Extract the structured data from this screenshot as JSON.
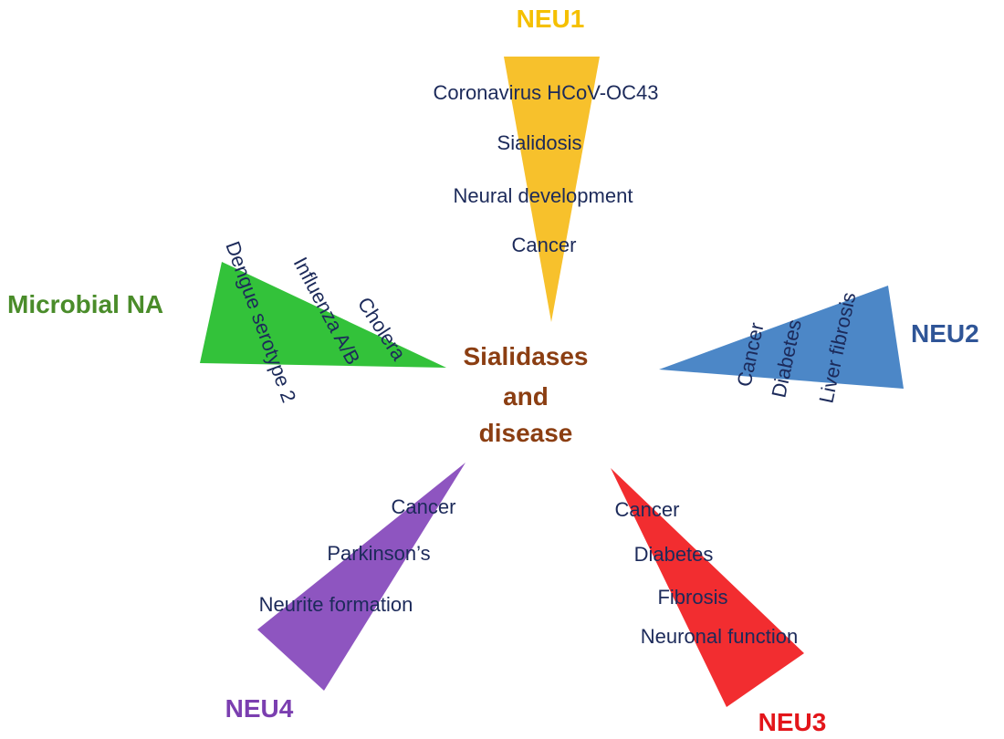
{
  "center": {
    "lines": [
      "Sialidases",
      "and",
      "disease"
    ],
    "color": "#8b3e12"
  },
  "neu1": {
    "title": "NEU1",
    "color": "#f7c12c",
    "title_color": "#f5c000",
    "items": [
      "Coronavirus HCoV-OC43",
      "Sialidosis",
      "Neural development",
      "Cancer"
    ]
  },
  "neu2": {
    "title": "NEU2",
    "color": "#4c87c7",
    "title_color": "#2f5597",
    "items": [
      "Cancer",
      "Diabetes",
      "Liver fibrosis"
    ]
  },
  "neu3": {
    "title": "NEU3",
    "color": "#f22d30",
    "title_color": "#e3151a",
    "items": [
      "Cancer",
      "Diabetes",
      "Fibrosis",
      "Neuronal function"
    ]
  },
  "neu4": {
    "title": "NEU4",
    "color": "#8e55c0",
    "title_color": "#7b3fb0",
    "items": [
      "Cancer",
      "Parkinson’s",
      "Neurite formation"
    ]
  },
  "microbial": {
    "title": "Microbial NA",
    "color": "#33c23a",
    "title_color": "#4a8c2a",
    "items": [
      "Dengue serotype 2",
      "Influenza A/B",
      "Cholera"
    ]
  },
  "text_color": "#1c2a5a"
}
